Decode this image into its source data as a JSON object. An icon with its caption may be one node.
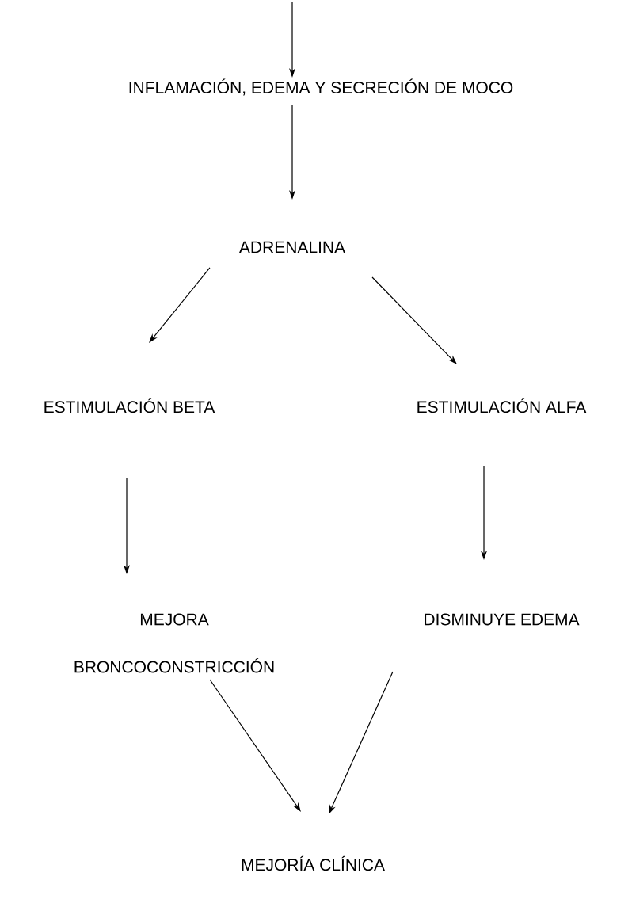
{
  "diagram": {
    "nodes": [
      {
        "text": [
          "INFLAMACIÓN, EDEMA Y SECRECIÓN DE MOCO"
        ]
      },
      {
        "text": [
          "ADRENALINA"
        ]
      },
      {
        "text": [
          "ESTIMULACIÓN BETA"
        ]
      },
      {
        "text": [
          "ESTIMULACIÓN ALFA"
        ]
      },
      {
        "text": [
          "MEJORA BRONCOCONSTRICCIÓN"
        ]
      },
      {
        "text": [
          "DISMINUYE EDEMA"
        ]
      },
      {
        "text": [
          "MEJORÍA CLÍNICA"
        ]
      }
    ],
    "edges": [
      {
        "from": null,
        "to": 0,
        "arrow": "to"
      },
      {
        "from": 0,
        "to": 1,
        "arrow": "to"
      },
      {
        "from": 1,
        "to": 2,
        "arrow": "to"
      },
      {
        "from": 1,
        "to": 3,
        "arrow": "to"
      },
      {
        "from": 2,
        "to": 4,
        "arrow": "to"
      },
      {
        "from": 3,
        "to": 5,
        "arrow": "to"
      },
      {
        "from": 4,
        "to": 6,
        "arrow": "to"
      },
      {
        "from": 5,
        "to": 6,
        "arrow": "to"
      }
    ]
  }
}
